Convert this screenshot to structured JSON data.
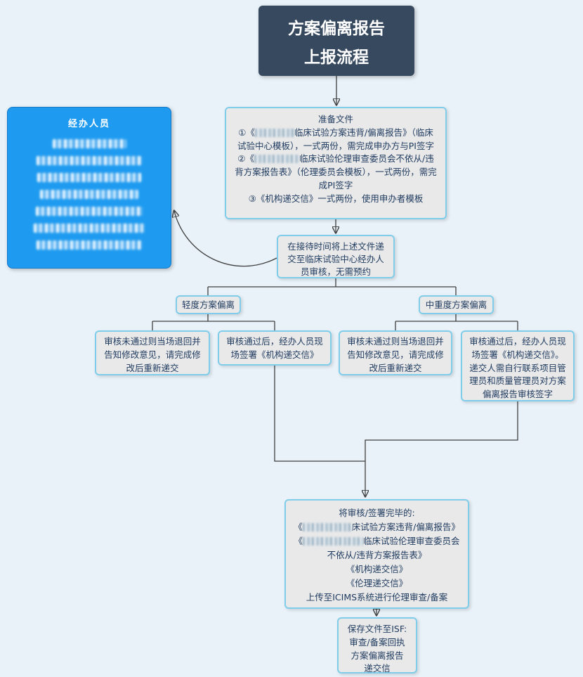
{
  "colors": {
    "background": "#e9f2f9",
    "title_box_bg": "#36495e",
    "title_text": "#ffffff",
    "staff_box_bg": "#1e9bf0",
    "node_fill": "#e9e9e9",
    "node_border": "#7fcdea",
    "node_text": "#1e3a5f",
    "connector": "#3f3f3f"
  },
  "title": {
    "line1": "方案偏离报告",
    "line2": "上报流程"
  },
  "staff_box": {
    "title": "经办人员"
  },
  "prepare_box": {
    "heading": "准备文件",
    "item1_prefix": "①《",
    "item1_suffix": "临床试验方案违背/偏离报告》（临床试验中心模板），一式两份，需完成申办方与PI签字",
    "item2_prefix": "②《",
    "item2_suffix": "临床试验伦理审查委员会不依从/违背方案报告表》（伦理委员会模板），一式两份，需完成PI签字",
    "item3": "③《机构递交信》一式两份，使用申办者模板"
  },
  "submit_box": {
    "text": "在接待时间将上述文件递交至临床试验中心经办人员审核，无需预约"
  },
  "branches": {
    "light_label": "轻度方案偏离",
    "severe_label": "中重度方案偏离"
  },
  "light_fail_box": {
    "text": "审核未通过则当场退回并告知修改意见，请完成修改后重新递交"
  },
  "light_pass_box": {
    "text": "审核通过后，经办人员现场签署《机构递交信》"
  },
  "severe_fail_box": {
    "text": "审核未通过则当场退回并告知修改意见，请完成修改后重新递交"
  },
  "severe_pass_box": {
    "text": "审核通过后，经办人员现场签署《机构递交信》。递交人需自行联系项目管理员和质量管理员对方案偏离报告审核签字"
  },
  "upload_box": {
    "heading": "将审核/签署完毕的:",
    "doc1_prefix": "《",
    "doc1_suffix": "床试验方案违背/偏离报告》",
    "doc2_prefix": "《",
    "doc2_suffix": "临床试验伦理审查委员会不依从/违背方案报告表》",
    "doc3": "《机构递交信》",
    "doc4": "《伦理递交信》",
    "footer": "上传至ICIMS系统进行伦理审查/备案"
  },
  "save_box": {
    "text": "保存文件至ISF:\n审查/备案回执\n方案偏离报告\n递交信"
  }
}
